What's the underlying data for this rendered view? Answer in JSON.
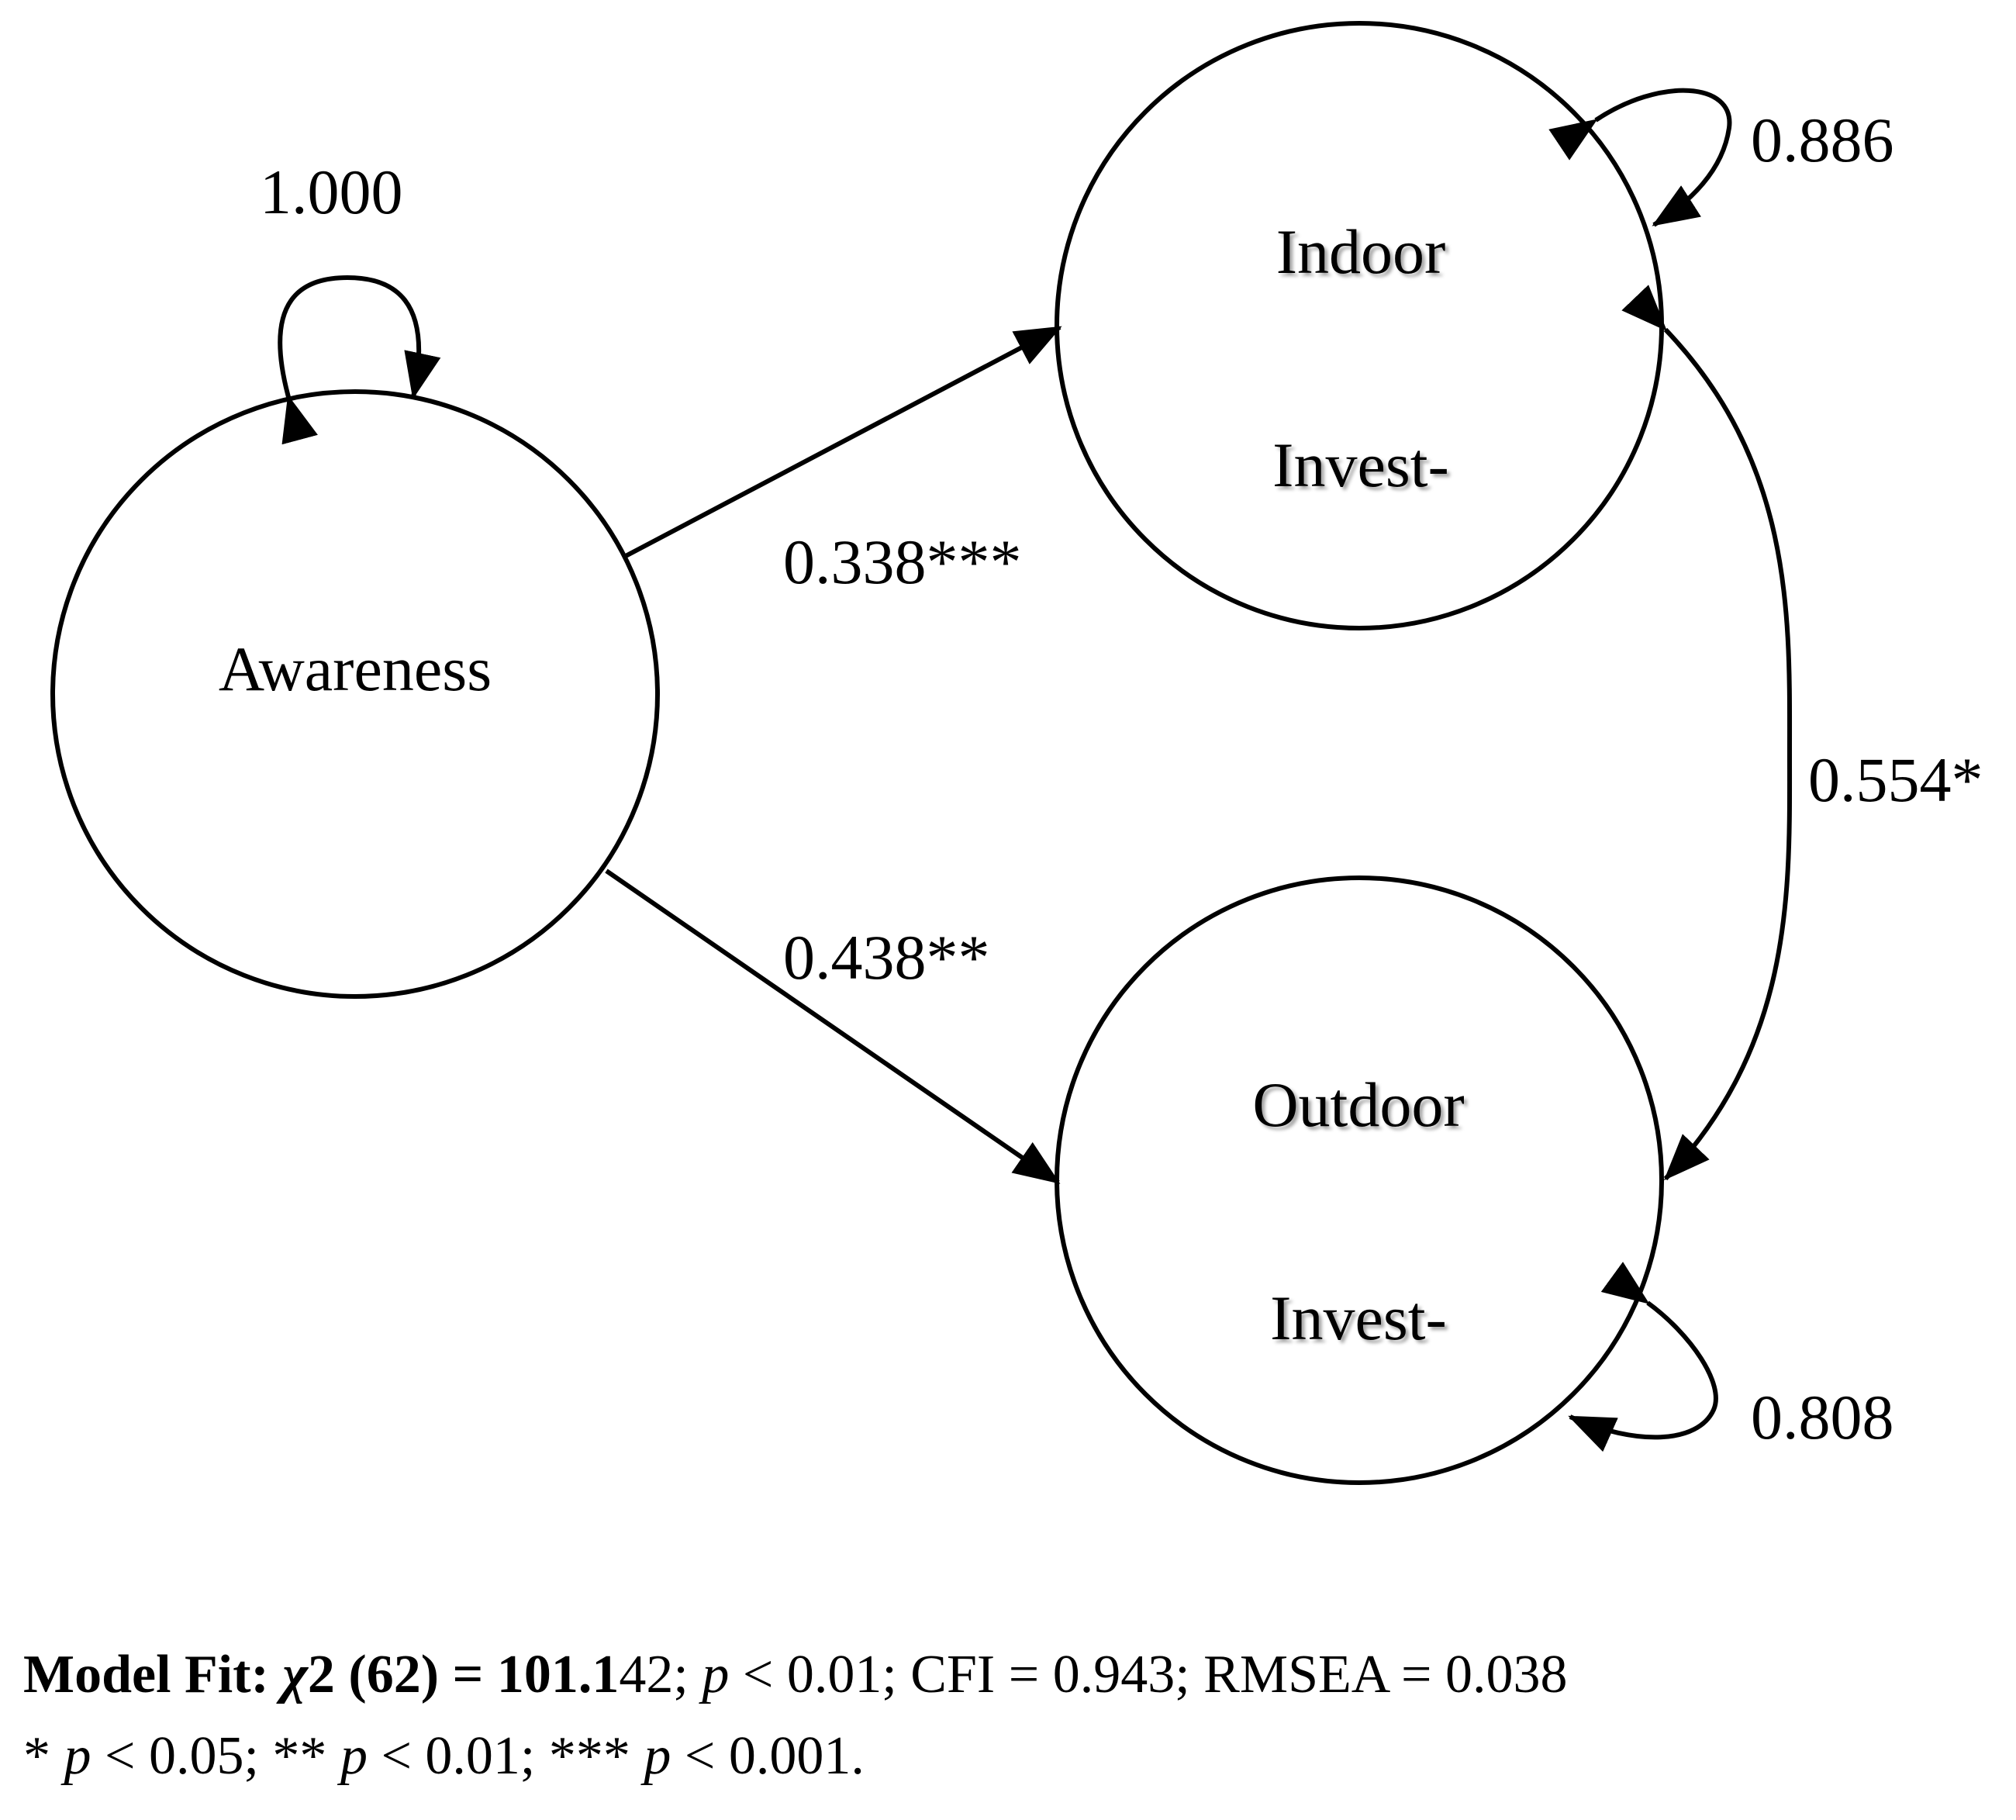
{
  "nodes": {
    "awareness": {
      "label": "Awareness"
    },
    "indoor": {
      "line1": "Indoor",
      "line2": "Invest-"
    },
    "outdoor": {
      "line1": "Outdoor",
      "line2": "Invest-"
    }
  },
  "paths": {
    "awareness_variance": "1.000",
    "indoor_variance": "0.886",
    "outdoor_variance": "0.808",
    "awareness_to_indoor": "0.338***",
    "awareness_to_outdoor": "0.438**",
    "indoor_outdoor_covariance": "0.554*"
  },
  "footnote": {
    "fit_label": "Model Fit:",
    "chi_symbol": "χ",
    "chi_stat": "2 (62) = 101.1",
    "chi_stat_tail": "42;",
    "p_symbol": "p",
    "fit_rest": " < 0.01; CFI = 0.943; RMSEA = 0.038",
    "sig1_star": "* ",
    "sig1_rest": " < 0.05; ** ",
    "sig2_rest": " < 0.01; *** ",
    "sig3_rest": " < 0.001."
  }
}
